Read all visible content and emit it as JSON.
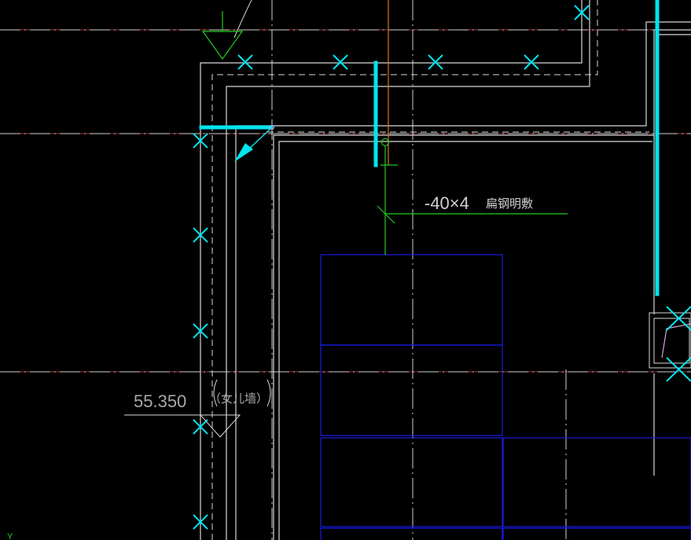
{
  "colors": {
    "background": "#000000",
    "wall": "#d8d8d8",
    "grounding": "#00e5ee",
    "axis": "#d9d9d9",
    "grid_red": "#a03030",
    "leader_green": "#22cc22",
    "blue_rooms": "#1a1ae6",
    "orange": "#d27a1e",
    "magenta": "#d6a0d6",
    "text": "#c8c8c8"
  },
  "annotations": {
    "steel_spec": "-40×4",
    "steel_method": "扁钢明敷",
    "elevation_value": "55.350",
    "elevation_note": "（女儿墙）",
    "ucs_axis_label": "Y"
  },
  "icons": {
    "ground_marker": "x-cross-icon",
    "elevation_symbol": "triangle-down-icon",
    "direction_arrow": "arrow-icon",
    "ucs_icon": "ucs-axis-icon"
  }
}
